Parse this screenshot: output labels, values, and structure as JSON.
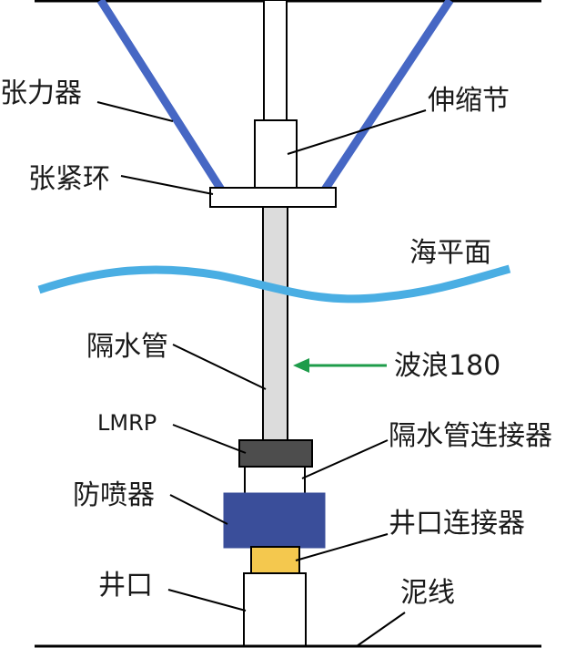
{
  "labels": {
    "tensioner": "张力器",
    "telescopic_joint": "伸缩节",
    "tension_ring": "张紧环",
    "sea_level": "海平面",
    "riser": "隔水管",
    "wave": "波浪180",
    "lmrp": "LMRP",
    "riser_connector": "隔水管连接器",
    "bop": "防喷器",
    "wellhead_connector": "井口连接器",
    "wellhead": "井口",
    "mudline": "泥线"
  },
  "colors": {
    "tensioner": "#4667c4",
    "sea_level": "#4aaee3",
    "wave_arrow": "#1e9c4a",
    "riser": "#dcdcdc",
    "lmrp": "#4d4d4d",
    "bop": "#3a4e9a",
    "wellhead_connector": "#f4c84e",
    "line": "#000000",
    "background": "#ffffff"
  }
}
